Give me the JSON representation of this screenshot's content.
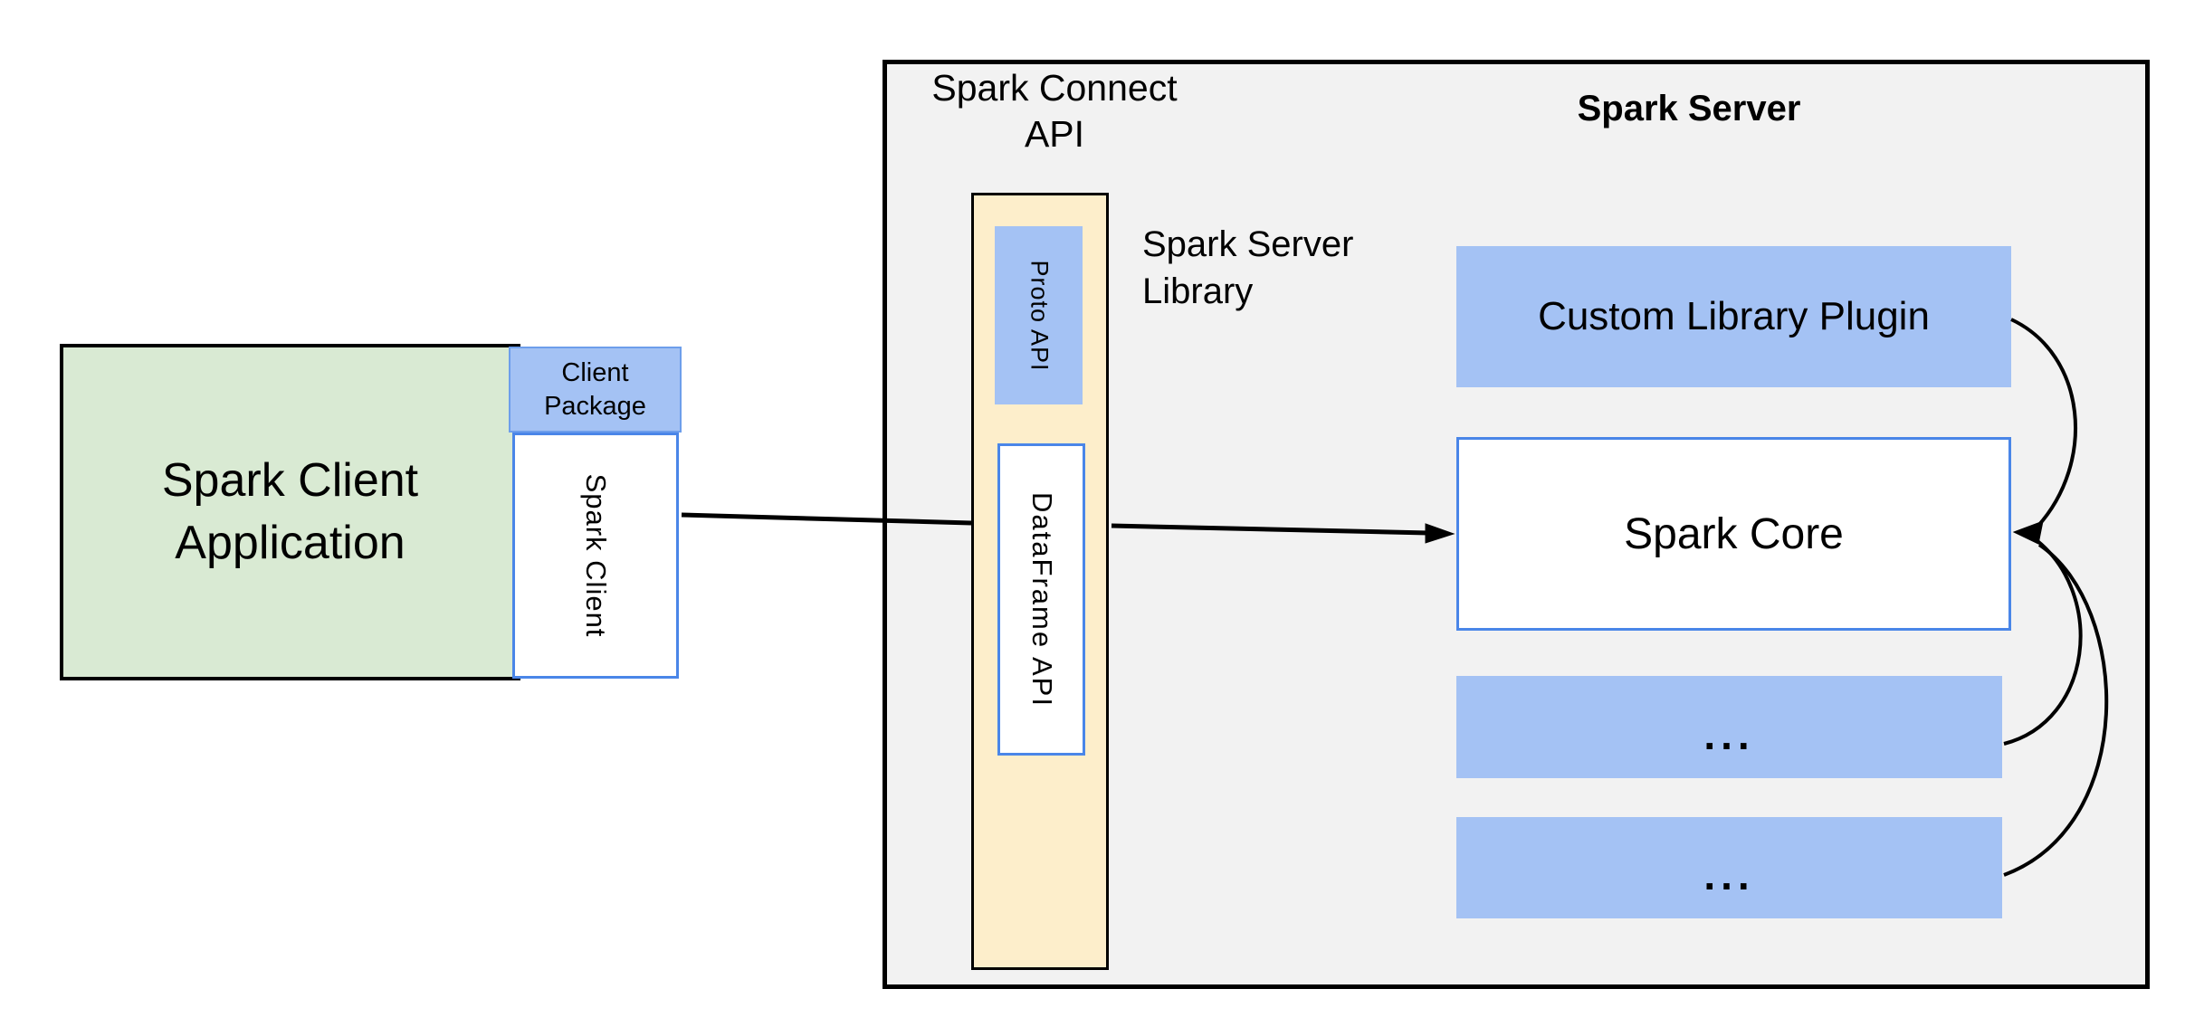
{
  "client": {
    "app_line1": "Spark Client",
    "app_line2": "Application",
    "package_line1": "Client",
    "package_line2": "Package",
    "spark_client_label": "Spark Client"
  },
  "spark_connect": {
    "title_line1": "Spark Connect",
    "title_line2": "API",
    "proto_api_label": "Proto API",
    "dataframe_api_label": "DataFrame API",
    "server_library_line1": "Spark Server",
    "server_library_line2": "Library"
  },
  "spark_server": {
    "title": "Spark Server",
    "custom_plugin_label": "Custom Library Plugin",
    "core_label": "Spark Core",
    "more_plugins_1": "...",
    "more_plugins_2": "..."
  },
  "colors": {
    "client_app_fill": "#d9ead3",
    "blue_fill": "#a4c2f4",
    "blue_border": "#4a86e8",
    "package_border": "#6d9eeb",
    "library_fill": "#fdeecb",
    "panel_fill": "#f2f2f2",
    "border_black": "#000000"
  }
}
